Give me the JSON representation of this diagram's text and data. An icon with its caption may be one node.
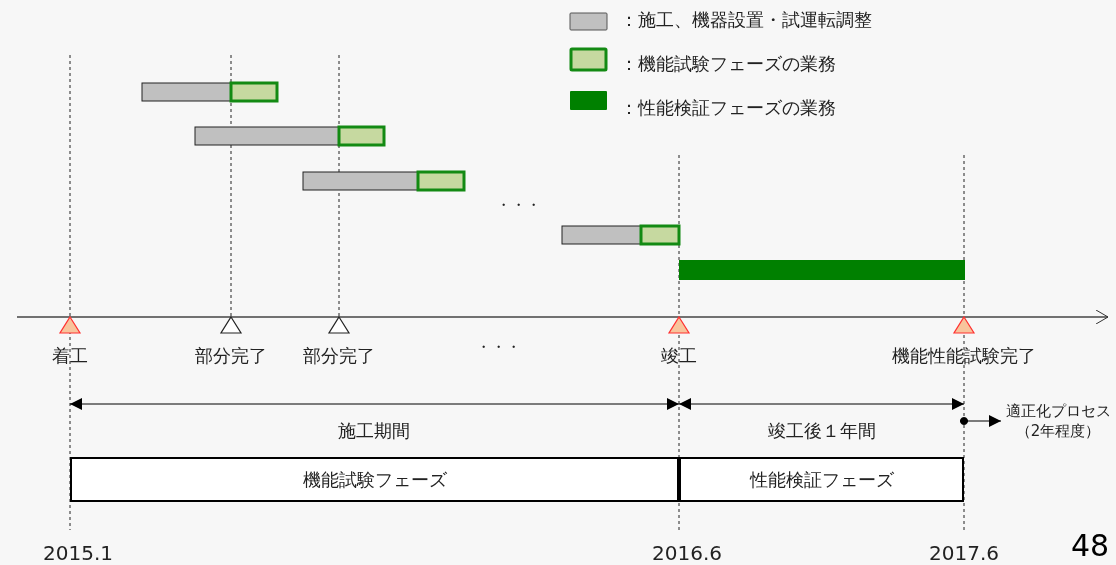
{
  "diagram": {
    "nodes": [
      {
        "text": [
          "機能試験フェーズ"
        ]
      },
      {
        "text": [
          "性能検証フェーズ"
        ]
      },
      {
        "text": [
          "適正化プロセス（2年程度）"
        ]
      }
    ],
    "edges": [
      {
        "from": null,
        "to": 2,
        "arrow": "to"
      }
    ],
    "labels": [
      "・・・",
      "着工",
      "部分完了",
      "部分完了",
      "・・・",
      "竣工",
      "機能性能試験完了",
      "施工期間",
      "竣工後１年間",
      "2015.1",
      "2016.6",
      "2017.6",
      "48"
    ],
    "legend": [
      {
        "text": "：施工、機器設置・試運転調整",
        "color": "#c0c0c0"
      },
      {
        "text": "：機能試験フェーズの業務",
        "color": "#c6d9a0"
      },
      {
        "text": "：性能検証フェーズの業務",
        "color": "#008000"
      }
    ]
  }
}
